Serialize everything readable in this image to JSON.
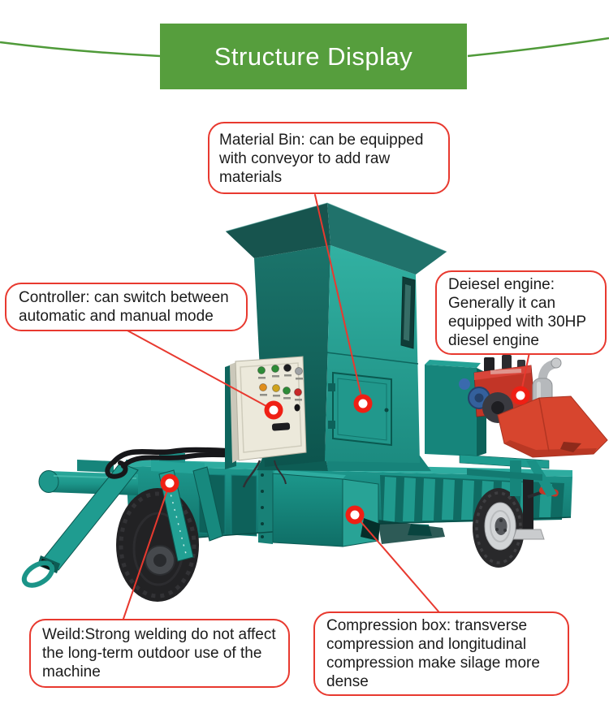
{
  "title": "Structure Display",
  "colors": {
    "banner_green": "#569e3d",
    "leaf_line_green": "#4f9a39",
    "callout_red": "#e8392f",
    "marker_red": "#ef1f14",
    "machine_teal": "#1f9c90",
    "engine_red": "#c23527"
  },
  "callouts": [
    {
      "id": "material-bin",
      "text": "Material Bin: can be equipped with conveyor to add raw materials"
    },
    {
      "id": "controller",
      "text": "Controller: can switch between automatic and manual mode"
    },
    {
      "id": "diesel-engine",
      "text": "Deiesel engine: Generally it can equipped with 30HP diesel engine"
    },
    {
      "id": "weld",
      "text": "Weild:Strong welding do not affect the long-term outdoor use of the machine"
    },
    {
      "id": "compression-box",
      "text": "Compression box: transverse compression and longitudinal compression make silage more dense"
    }
  ]
}
